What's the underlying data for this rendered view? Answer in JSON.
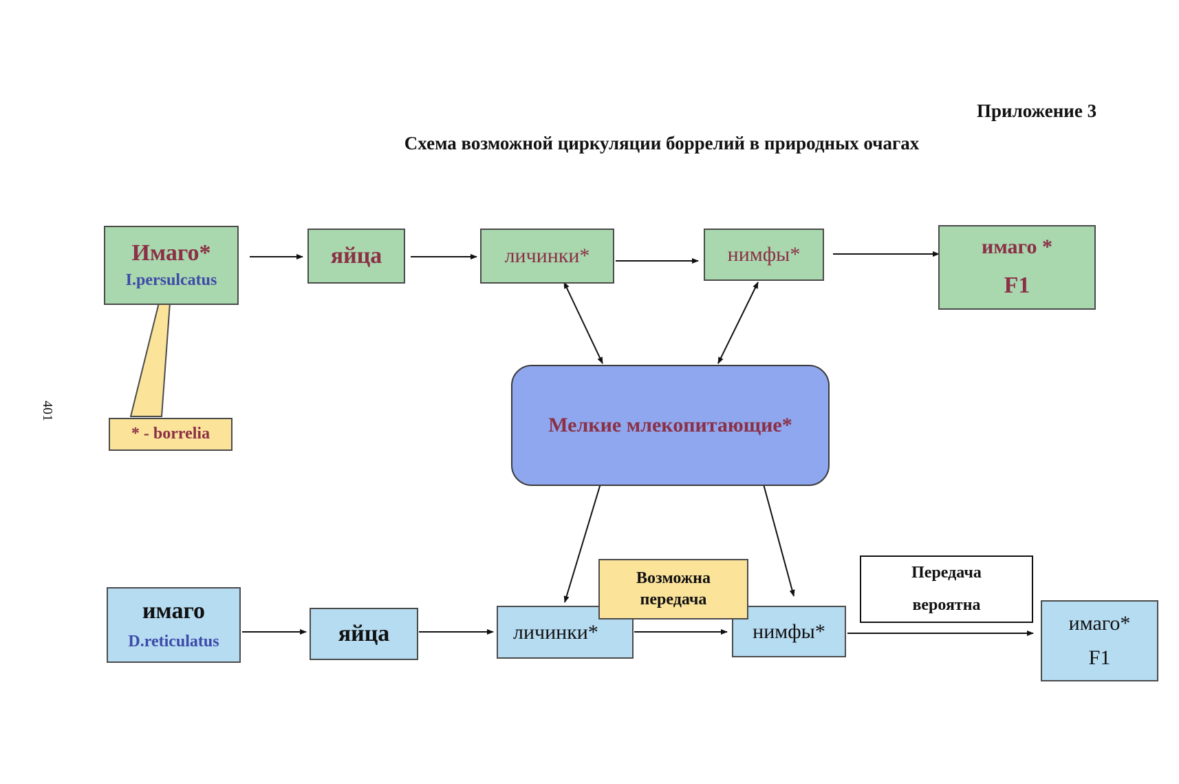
{
  "header": {
    "appendix": "Приложение 3",
    "title": "Схема возможной циркуляции боррелий в природных очагах"
  },
  "page_number": "401",
  "top_row": {
    "imago_label": "Имаго*",
    "imago_species": "I.persulcatus",
    "eggs": "яйца",
    "larvae": "личинки*",
    "nymphs": "нимфы*",
    "imago_f1_label": "имаго *",
    "imago_f1_gen": "F1"
  },
  "hosts": {
    "label": "Мелкие млекопитающие*"
  },
  "legend_note": "* - borrelia",
  "bottom_row": {
    "imago_label": "имаго",
    "imago_species": "D.reticulatus",
    "eggs": "яйца",
    "larvae": "личинки*",
    "nymphs": "нимфы*",
    "imago_f1_label": "имаго*",
    "imago_f1_gen": "F1"
  },
  "notes": {
    "possible_line1": "Возможна",
    "possible_line2": "передача",
    "probable_line1": "Передача",
    "probable_line2": "вероятна"
  },
  "colors": {
    "top_row_fill": "#a9d7ae",
    "bottom_row_fill": "#b6dcf2",
    "hosts_fill": "#8fa7ee",
    "note_fill": "#fbe39a",
    "label_maroon": "#8b3046",
    "label_navy": "#3d4aa8"
  }
}
